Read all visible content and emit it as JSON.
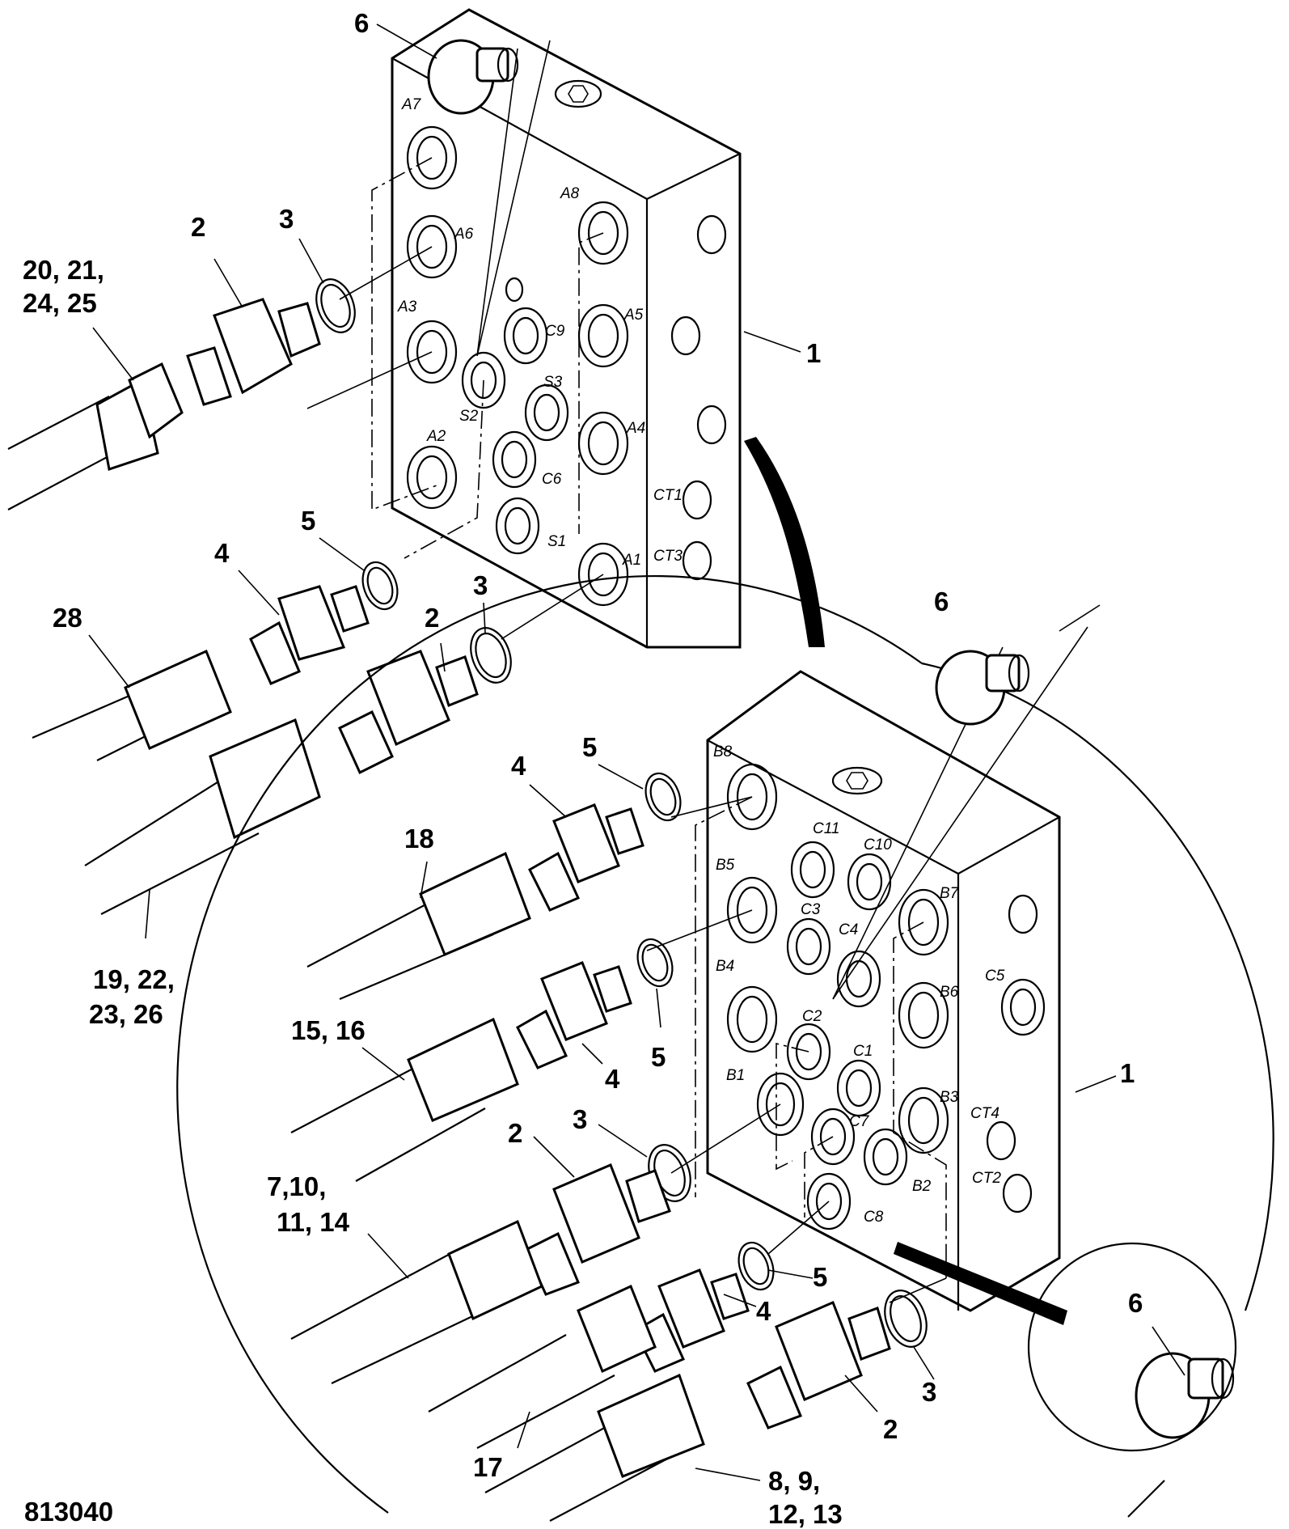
{
  "figure_id": "813040",
  "callouts": {
    "c1_top": "1",
    "c1_bottom": "1",
    "c2_a": "2",
    "c2_b": "2",
    "c2_c": "2",
    "c2_d": "2",
    "c3_a": "3",
    "c3_b": "3",
    "c3_c": "3",
    "c3_d": "3",
    "c4_a": "4",
    "c4_b": "4",
    "c4_c": "4",
    "c4_d": "4",
    "c5_a": "5",
    "c5_b": "5",
    "c5_c": "5",
    "c5_d": "5",
    "c6_a": "6",
    "c6_b": "6",
    "c6_c": "6",
    "c17": "17",
    "c18": "18",
    "c28": "28",
    "g_20_line1": "20, 21,",
    "g_20_line2": "24, 25",
    "g_19_line1": "19, 22,",
    "g_19_line2": "23, 26",
    "g_15": "15, 16",
    "g_7_line1": "7,10,",
    "g_7_line2": "11, 14",
    "g_8_line1": "8, 9,",
    "g_8_line2": "12, 13"
  },
  "ports_top": {
    "A1": "A1",
    "A2": "A2",
    "A3": "A3",
    "A4": "A4",
    "A5": "A5",
    "A6": "A6",
    "A7": "A7",
    "A8": "A8",
    "S1": "S1",
    "S2": "S2",
    "S3": "S3",
    "C6": "C6",
    "C9": "C9",
    "CT1": "CT1",
    "CT3": "CT3"
  },
  "ports_bottom": {
    "B1": "B1",
    "B2": "B2",
    "B3": "B3",
    "B4": "B4",
    "B5": "B5",
    "B6": "B6",
    "B7": "B7",
    "B8": "B8",
    "C1": "C1",
    "C2": "C2",
    "C3": "C3",
    "C4": "C4",
    "C5": "C5",
    "C7": "C7",
    "C8": "C8",
    "C10": "C10",
    "C11": "C11",
    "CT2": "CT2",
    "CT4": "CT4"
  }
}
